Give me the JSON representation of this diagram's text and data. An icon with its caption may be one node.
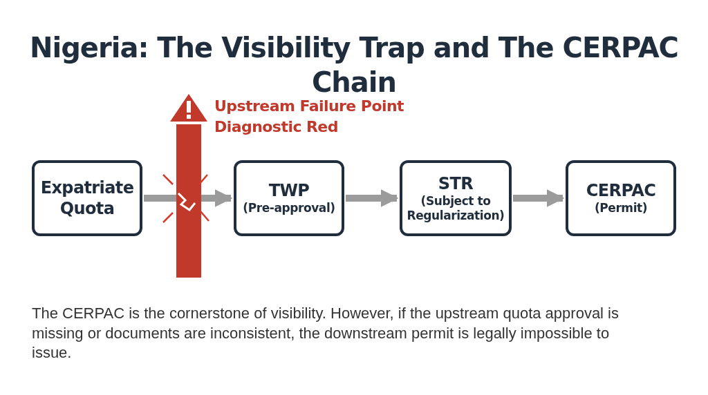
{
  "diagram": {
    "title": "Nigeria: The Visibility Trap and The CERPAC Chain",
    "nodes": [
      {
        "text": [
          "Expatriate Quota"
        ]
      },
      {
        "text": [
          "TWP",
          "(Pre-approval)"
        ]
      },
      {
        "text": [
          "STR",
          "(Subject to Regularization)"
        ]
      },
      {
        "text": [
          "CERPAC",
          "(Permit)"
        ]
      }
    ],
    "edges": [
      {
        "from": 0,
        "to": 1,
        "arrow": "to"
      },
      {
        "from": 1,
        "to": 2,
        "arrow": "to"
      },
      {
        "from": 2,
        "to": 3,
        "arrow": "to"
      }
    ],
    "labels": [
      "Upstream Failure Point",
      "Diagnostic Red"
    ],
    "caption": "The CERPAC is the cornerstone of visibility. However, if the upstream quota approval is missing or documents are inconsistent, the downstream permit is legally impossible to issue."
  }
}
